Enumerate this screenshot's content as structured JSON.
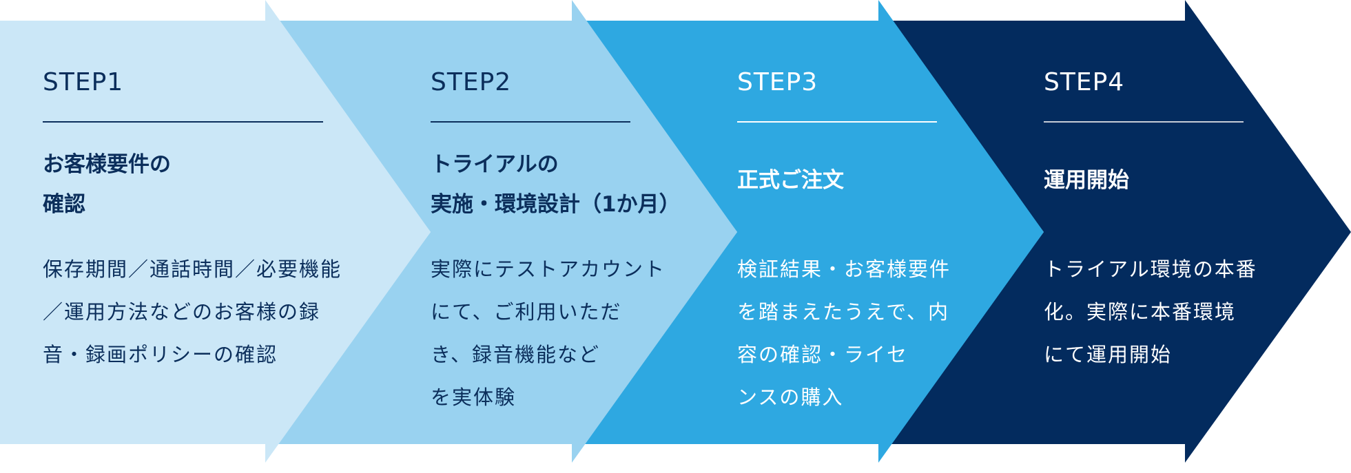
{
  "colors": {
    "step1_fill": "#cbe7f7",
    "step2_fill": "#99d2f0",
    "step3_fill": "#2ea8e1",
    "step4_fill": "#032b5e",
    "dark_text": "#0b2e5b",
    "light_text": "#ffffff"
  },
  "steps": [
    {
      "label": "STEP1",
      "title_lines": [
        "お客様要件の",
        "確認"
      ],
      "description": "保存期間／通話時間／必要機能\n／運用方法などのお客様の録\n音・録画ポリシーの確認"
    },
    {
      "label": "STEP2",
      "title_lines": [
        "トライアルの",
        "実施・環境設計（1か月）"
      ],
      "description": "実際にテストアカウント\nにて、ご利用いただ\nき、録音機能など\nを実体験"
    },
    {
      "label": "STEP3",
      "title_lines": [
        "正式ご注文"
      ],
      "description": "検証結果・お客様要件\nを踏まえたうえで、内\n容の確認・ライセ\nンスの購入"
    },
    {
      "label": "STEP4",
      "title_lines": [
        "運用開始"
      ],
      "description": "トライアル環境の本番\n化。実際に本番環境\nにて運用開始"
    }
  ]
}
